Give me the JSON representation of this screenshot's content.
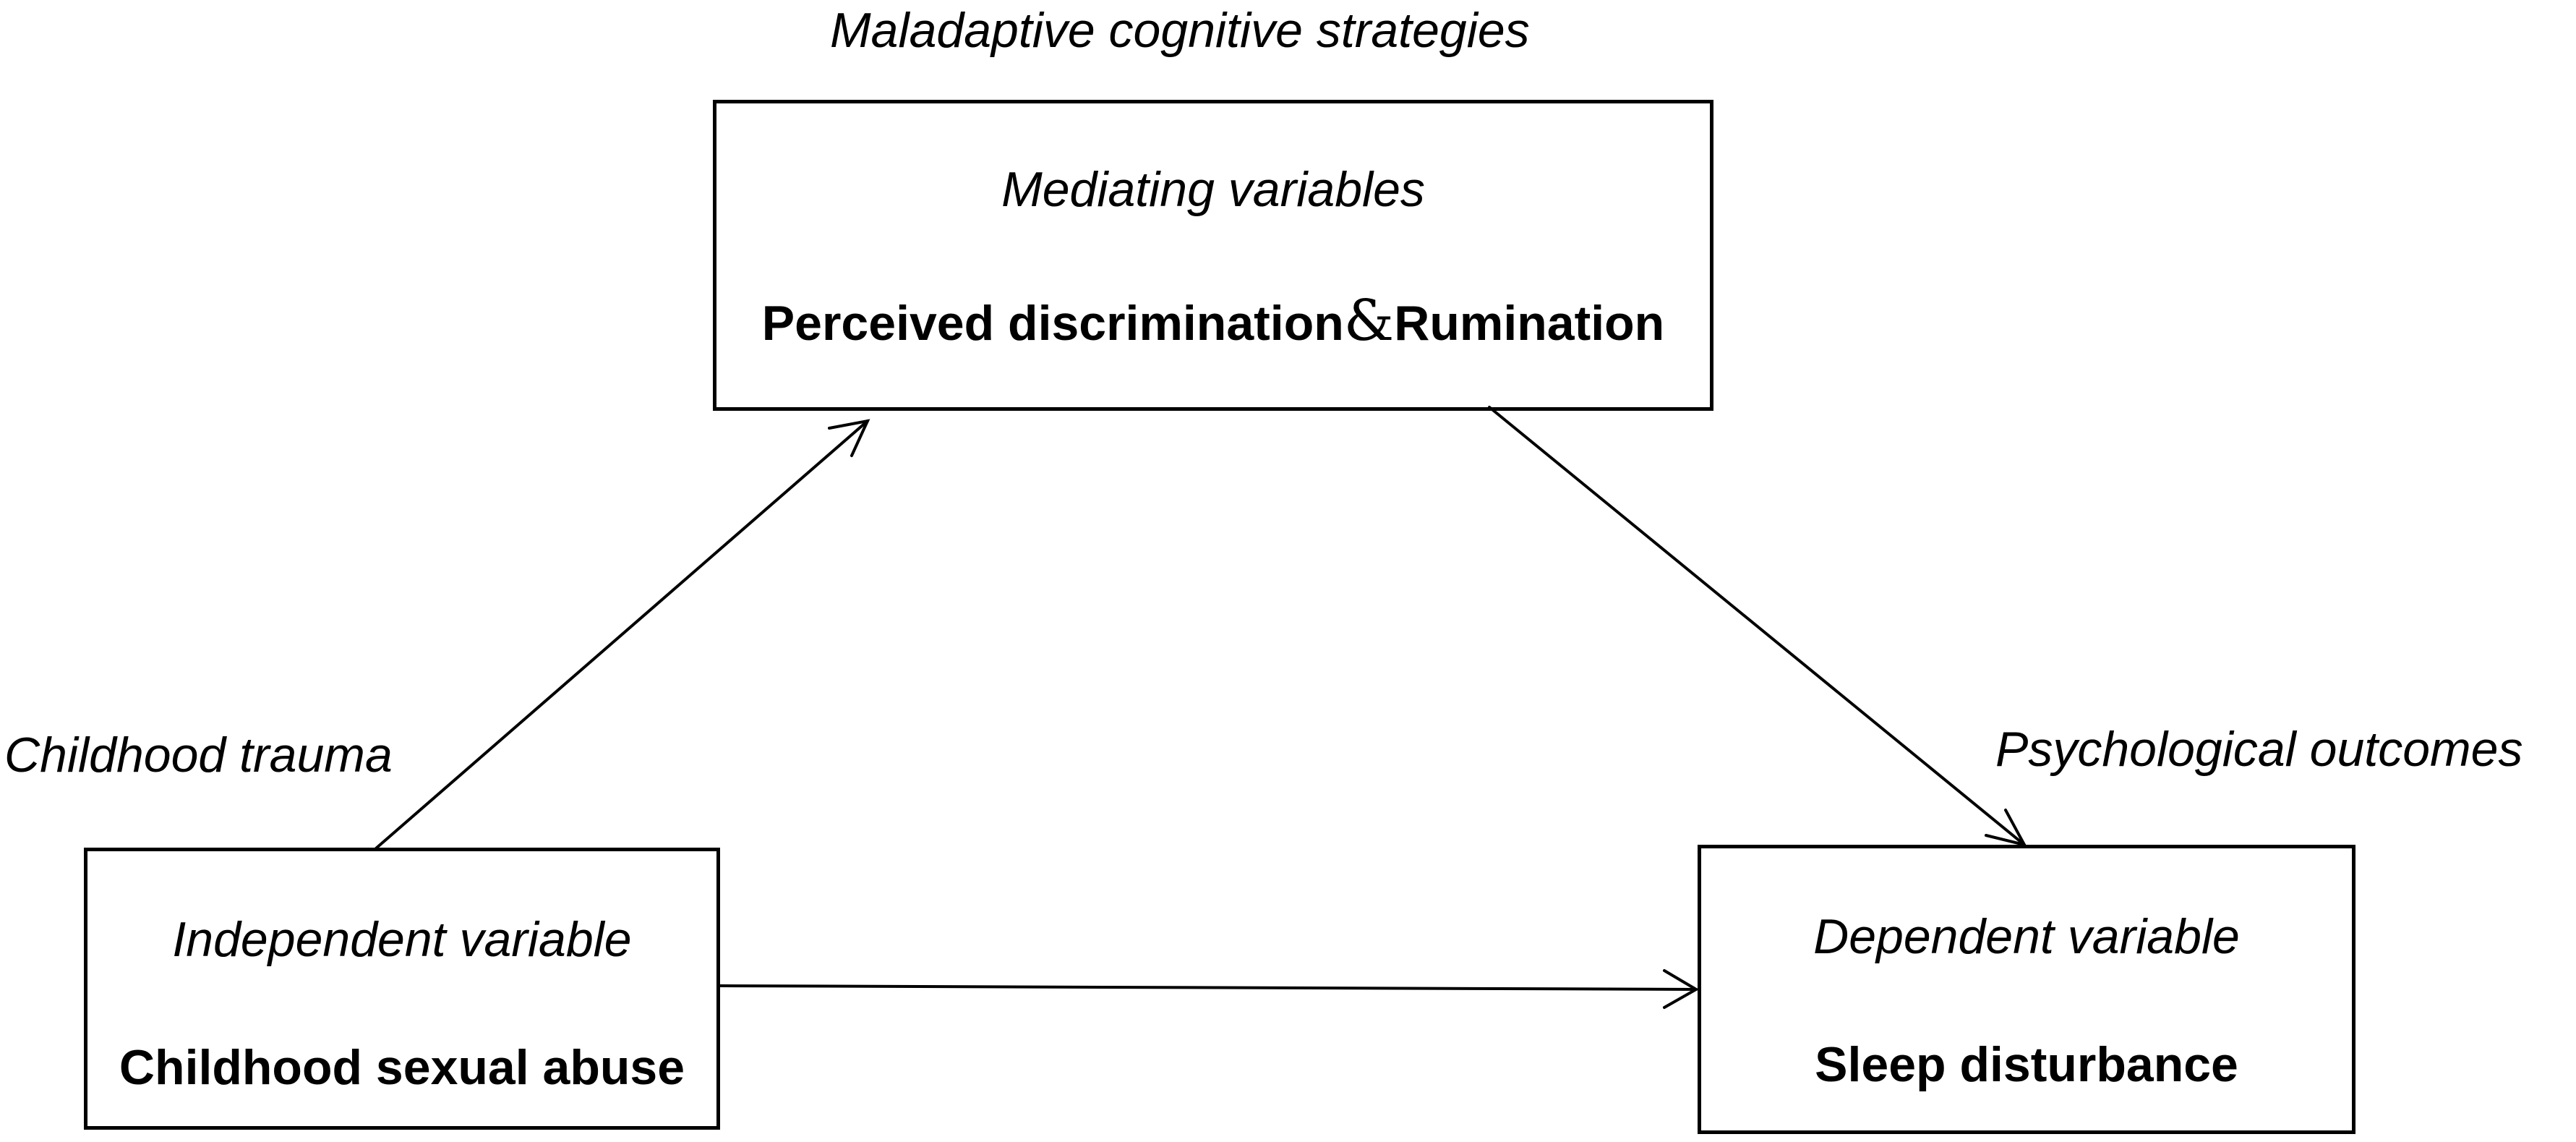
{
  "top_label": "Maladaptive cognitive strategies",
  "left_label": "Childhood trauma",
  "right_label": "Psychological outcomes",
  "mediator": {
    "role": "Mediating variables",
    "name_part1": "Perceived discrimination",
    "ampersand": "&",
    "name_part2": "Rumination"
  },
  "independent": {
    "role": "Independent variable",
    "name": "Childhood sexual abuse"
  },
  "dependent": {
    "role": "Dependent variable",
    "name": "Sleep disturbance"
  }
}
